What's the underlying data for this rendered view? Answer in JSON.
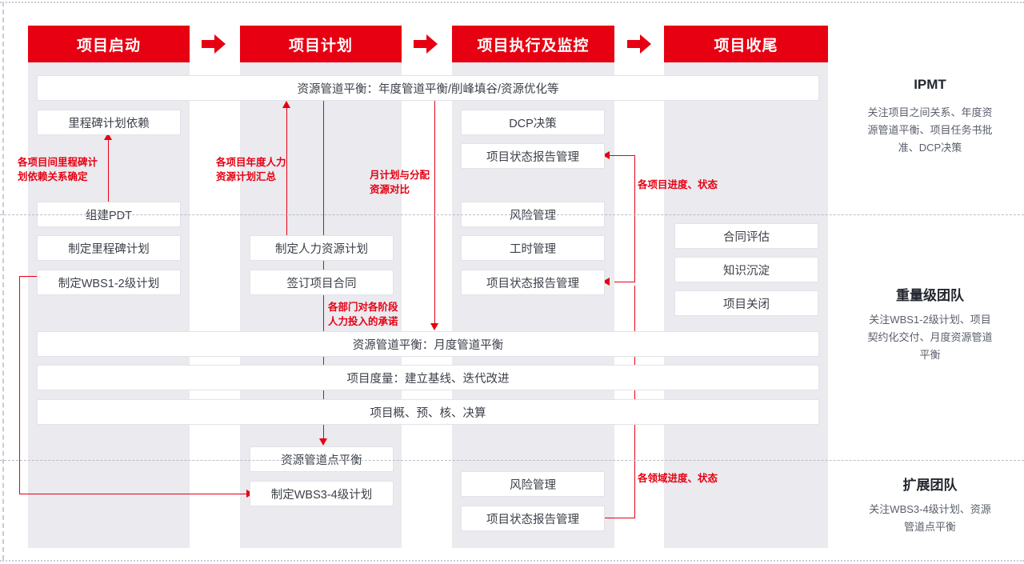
{
  "theme": {
    "brand_red": "#e60012",
    "band_gray": "#eaeaef",
    "box_border": "#e2e3e8",
    "text_dark": "#3c4049",
    "legend_body": "#5a5f6b"
  },
  "phases": [
    {
      "label": "项目启动"
    },
    {
      "label": "项目计划"
    },
    {
      "label": "项目执行及监控"
    },
    {
      "label": "项目收尾"
    }
  ],
  "phase_arrows": [
    "arrow-right-icon",
    "arrow-right-icon",
    "arrow-right-icon"
  ],
  "full_width_bars": [
    {
      "label": "资源管道平衡：年度管道平衡/削峰填谷/资源优化等"
    },
    {
      "label": "资源管道平衡：月度管道平衡"
    },
    {
      "label": "项目度量：建立基线、迭代改进"
    },
    {
      "label": "项目概、预、核、决算"
    }
  ],
  "columns": [
    {
      "name": "项目启动",
      "tasks": [
        {
          "label": "里程碑计划依赖"
        },
        {
          "label": "组建PDT"
        },
        {
          "label": "制定里程碑计划"
        },
        {
          "label": "制定WBS1-2级计划"
        }
      ]
    },
    {
      "name": "项目计划",
      "tasks": [
        {
          "label": "制定人力资源计划"
        },
        {
          "label": "签订项目合同"
        },
        {
          "label": "资源管道点平衡"
        },
        {
          "label": "制定WBS3-4级计划"
        }
      ]
    },
    {
      "name": "项目执行及监控",
      "tasks": [
        {
          "label": "DCP决策"
        },
        {
          "label": "项目状态报告管理"
        },
        {
          "label": "风险管理"
        },
        {
          "label": "工时管理"
        },
        {
          "label": "项目状态报告管理"
        },
        {
          "label": "风险管理"
        },
        {
          "label": "项目状态报告管理"
        }
      ]
    },
    {
      "name": "项目收尾",
      "tasks": [
        {
          "label": "合同评估"
        },
        {
          "label": "知识沉淀"
        },
        {
          "label": "项目关闭"
        }
      ]
    }
  ],
  "annotations": [
    {
      "key": "a1",
      "line1": "各项目间里程碑计",
      "line2": "划依赖关系确定"
    },
    {
      "key": "a2",
      "line1": "各项目年度人力",
      "line2": "资源计划汇总"
    },
    {
      "key": "a3",
      "line1": "月计划与分配",
      "line2": "资源对比"
    },
    {
      "key": "a4",
      "line1": "各项目进度、状态",
      "line2": ""
    },
    {
      "key": "a5",
      "line1": "各部门对各阶段",
      "line2": "人力投入的承诺"
    },
    {
      "key": "a6",
      "line1": "各领域进度、状态",
      "line2": ""
    }
  ],
  "lanes": [
    {
      "title": "IPMT",
      "body_lines": [
        "关注项目之间关系、年度资",
        "源管道平衡、项目任务书批",
        "准、DCP决策"
      ]
    },
    {
      "title": "重量级团队",
      "body_lines": [
        "关注WBS1-2级计划、项目",
        "契约化交付、月度资源管道",
        "平衡"
      ]
    },
    {
      "title": "扩展团队",
      "body_lines": [
        "关注WBS3-4级计划、资源",
        "管道点平衡"
      ]
    }
  ]
}
